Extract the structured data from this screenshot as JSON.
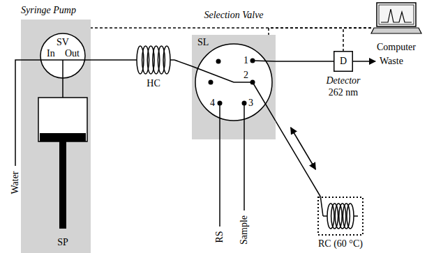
{
  "diagram": {
    "nodes": [
      {
        "text": [
          "Syringe Pump",
          "SP"
        ]
      },
      {
        "text": [
          "SV",
          "In",
          "Out"
        ],
        "in": 0
      },
      {
        "text": [
          "HC"
        ]
      },
      {
        "text": [
          "Selection Valve",
          "SL"
        ]
      },
      {
        "text": [
          "D",
          "Detector",
          "262 nm"
        ]
      },
      {
        "text": [
          "RC (60 °C)"
        ]
      },
      {
        "text": [
          "Computer"
        ]
      }
    ],
    "edges": [
      {
        "from": 1,
        "to": 2,
        "arrow": "none"
      },
      {
        "from": 2,
        "to": 3,
        "arrow": "none"
      },
      {
        "from": 3,
        "to": 4,
        "arrow": "none"
      },
      {
        "from": 3,
        "to": 5,
        "arrow": "none"
      },
      {
        "from": 6,
        "to": 0,
        "arrow": "none"
      },
      {
        "from": 6,
        "to": 3,
        "arrow": "none"
      },
      {
        "from": 6,
        "to": 4,
        "arrow": "none"
      }
    ],
    "labels": [
      "Water",
      "1",
      "2",
      "3",
      "4",
      "RS",
      "Sample",
      "Waste"
    ]
  }
}
